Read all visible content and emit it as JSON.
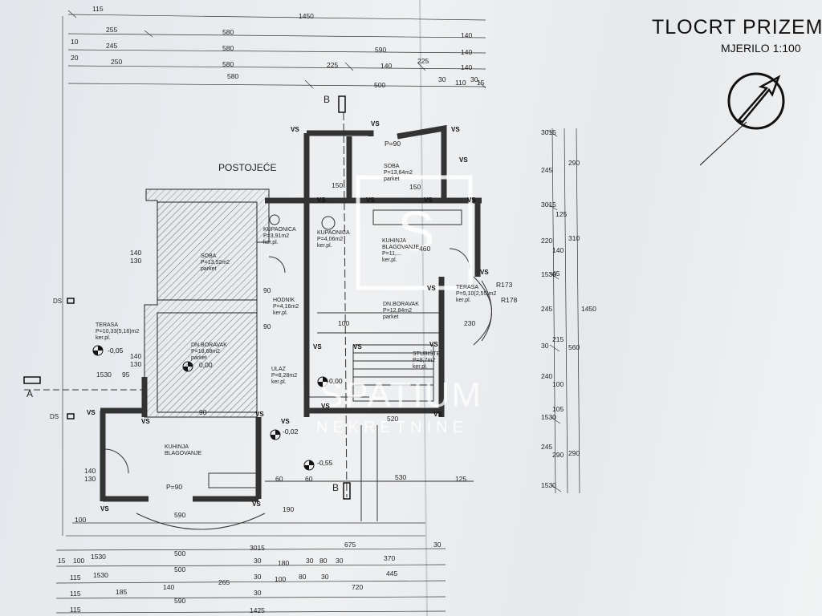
{
  "title": "TLOCRT PRIZEM",
  "scale": "MJERILO 1:100",
  "existing_label": "POSTOJEĆE",
  "watermark": {
    "main": "SPATIUM",
    "sub": "NEKRETNINE",
    "logo_letter": "S"
  },
  "section_markers": {
    "a": "A",
    "b_top": "B",
    "b_bottom": "B",
    "ds": "DS"
  },
  "rooms": {
    "soba_left": [
      "SOBA",
      "P=13,52m2",
      "parket"
    ],
    "soba_right": [
      "SOBA",
      "P=13,64m2",
      "parket"
    ],
    "kupaonica_left": [
      "KUPAONICA",
      "P=3,91m2",
      "ker.pl."
    ],
    "kupaonica_right": [
      "KUPAONICA",
      "P=4,06m2",
      "ker.pl."
    ],
    "kuhinja_right": [
      "KUHINJA",
      "BLAGOVANJE",
      "P=11,...",
      "ker.pl."
    ],
    "hodnik": [
      "HODNIK",
      "P=4,16m2",
      "ker.pl."
    ],
    "boravak_right": [
      "DN.BORAVAK",
      "P=12,84m2",
      "parket"
    ],
    "terasa_right": [
      "TERASA",
      "P=5,10(2,55)m2",
      "ker.pl."
    ],
    "terasa_left": [
      "TERASA",
      "P=10,33(5,16)m2",
      "ker.pl."
    ],
    "boravak_left": [
      "DN.BORAVAK",
      "P=18,68m2",
      "parket"
    ],
    "ulaz": [
      "ULAZ",
      "P=8,28m2",
      "ker.pl."
    ],
    "stubiste": [
      "STUBIŠTE",
      "P=8,7m2",
      "ker.pl."
    ],
    "kuhinja_left": [
      "KUHINJA",
      "BLAGOVANJE"
    ]
  },
  "elevations": {
    "terrace": "-0,05",
    "living": "0,00",
    "hall": "0,00",
    "entry_step": "-0,02",
    "outside": "-0,55"
  },
  "radii": {
    "r173": "R173",
    "r178": "R178"
  },
  "top_dimensions": {
    "row1": [
      "115",
      "1450"
    ],
    "row2": [
      "255",
      "580",
      "140"
    ],
    "row3": [
      "10",
      "245",
      "580",
      "590",
      "140"
    ],
    "row4": [
      "20",
      "250",
      "580",
      "225",
      "140",
      "225",
      "140"
    ],
    "row5": [
      "580",
      "500",
      "30",
      "110",
      "30",
      "15"
    ]
  },
  "bottom_dimensions": {
    "row1": [
      "100",
      "590",
      "190"
    ],
    "row2": [
      "675",
      "30"
    ],
    "row3": [
      "15",
      "100",
      "1530",
      "500",
      "3015",
      "30",
      "180",
      "30",
      "80",
      "30",
      "370"
    ],
    "row4": [
      "115",
      "1530",
      "500",
      "30",
      "100",
      "80",
      "30",
      "445"
    ],
    "row5": [
      "115",
      "185",
      "140",
      "265",
      "30",
      "720"
    ],
    "row6": [
      "115",
      "590",
      "1425"
    ]
  },
  "right_dimensions": {
    "col1": [
      "3015",
      "245",
      "3015",
      "220",
      "140",
      "45",
      "1530",
      "245",
      "30",
      "215",
      "240",
      "100",
      "105",
      "1530",
      "245",
      "290",
      "1530"
    ],
    "col2": [
      "290",
      "125",
      "310",
      "560",
      "290"
    ],
    "col3": [
      "1450"
    ]
  },
  "misc_dims": {
    "terrace": [
      "1530",
      "95"
    ],
    "left_wall": [
      "140",
      "130",
      "140",
      "130",
      "140",
      "130"
    ],
    "interior": [
      "150",
      "150",
      "460",
      "100",
      "230",
      "520",
      "530",
      "125",
      "60",
      "60",
      "90",
      "90",
      "90",
      "P=90",
      "P=90"
    ]
  },
  "wall_marker": "VS"
}
